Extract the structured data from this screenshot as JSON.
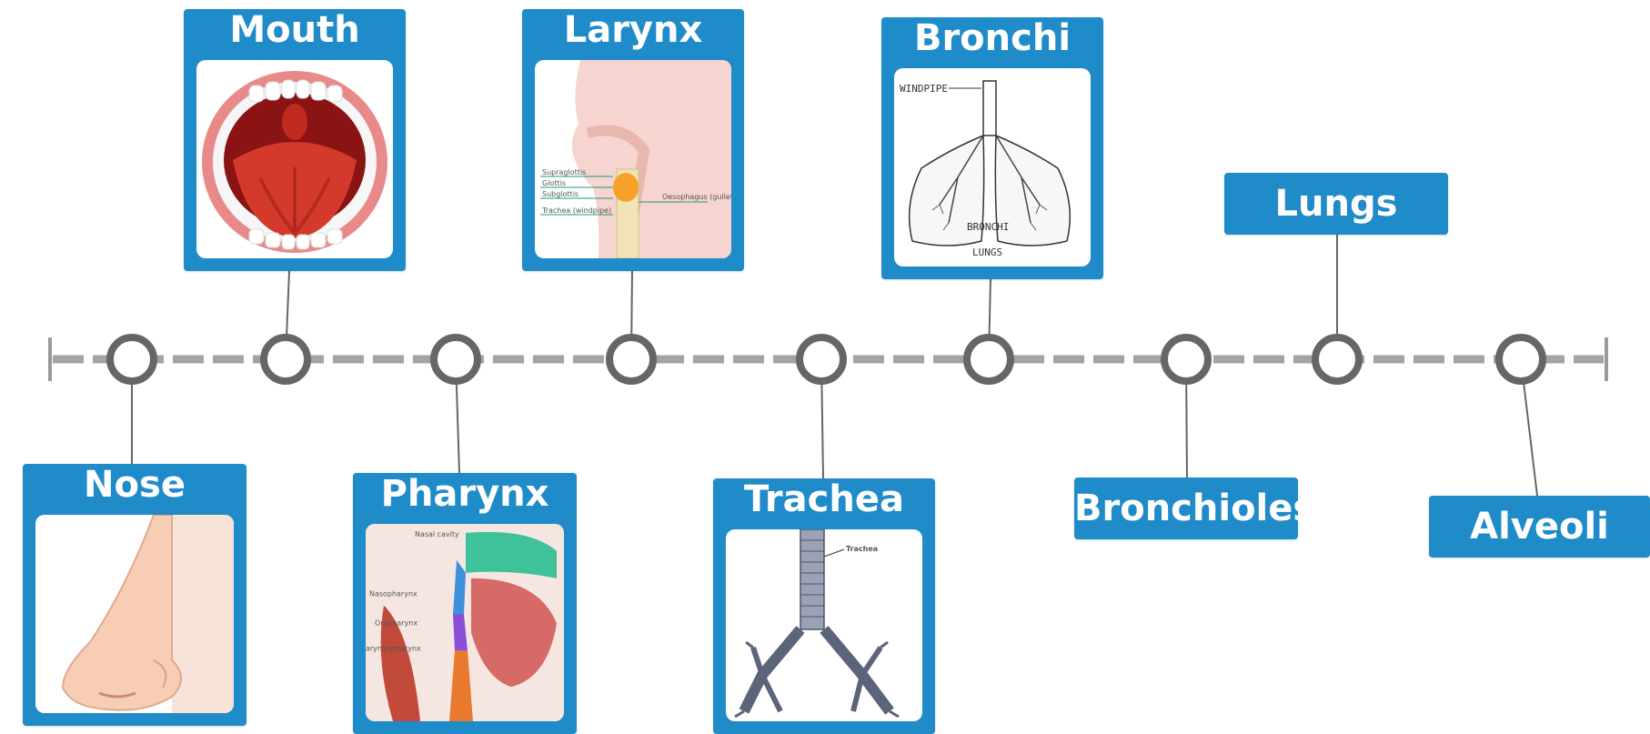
{
  "stages": [
    {
      "label": "Nose"
    },
    {
      "label": "Mouth"
    },
    {
      "label": "Pharynx"
    },
    {
      "label": "Larynx"
    },
    {
      "label": "Trachea"
    },
    {
      "label": "Bronchi"
    },
    {
      "label": "Bronchioles"
    },
    {
      "label": "Lungs"
    },
    {
      "label": "Alveoli"
    }
  ],
  "larynx_labels": [
    "Supraglottis",
    "Glottis",
    "Subglottis",
    "Trachea (windpipe)",
    "Oesophagus (gullet)"
  ],
  "pharynx_labels": [
    "Nasal cavity",
    "Nasopharynx",
    "Oropharynx",
    "aryngopharynx"
  ],
  "trachea_label": "Trachea",
  "bronchi_labels": [
    "WINDPIPE",
    "BRONCHI",
    "LUNGS"
  ],
  "colors": {
    "accent": "#1f8cc9",
    "timeline": "#9a9a9a",
    "node_ring": "#666666"
  }
}
